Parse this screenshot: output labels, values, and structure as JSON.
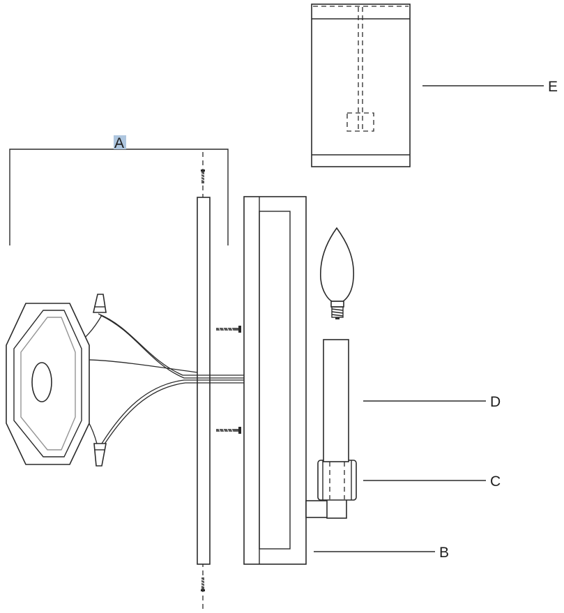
{
  "labels": {
    "a": "A",
    "b": "B",
    "c": "C",
    "d": "D",
    "e": "E"
  },
  "colors": {
    "line": "#2a2a2a",
    "label_highlight": "#aec6df",
    "background": "#ffffff"
  }
}
